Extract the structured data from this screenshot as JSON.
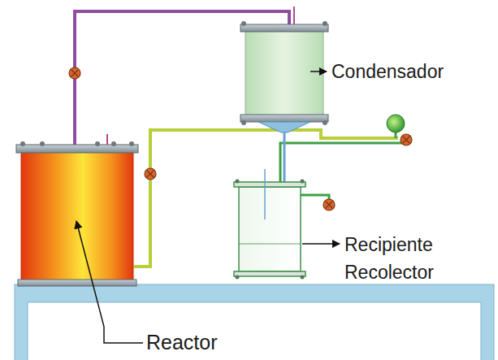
{
  "diagram": {
    "labels": [
      "Condensador",
      "Recipiente Recolector",
      "Reactor"
    ]
  }
}
